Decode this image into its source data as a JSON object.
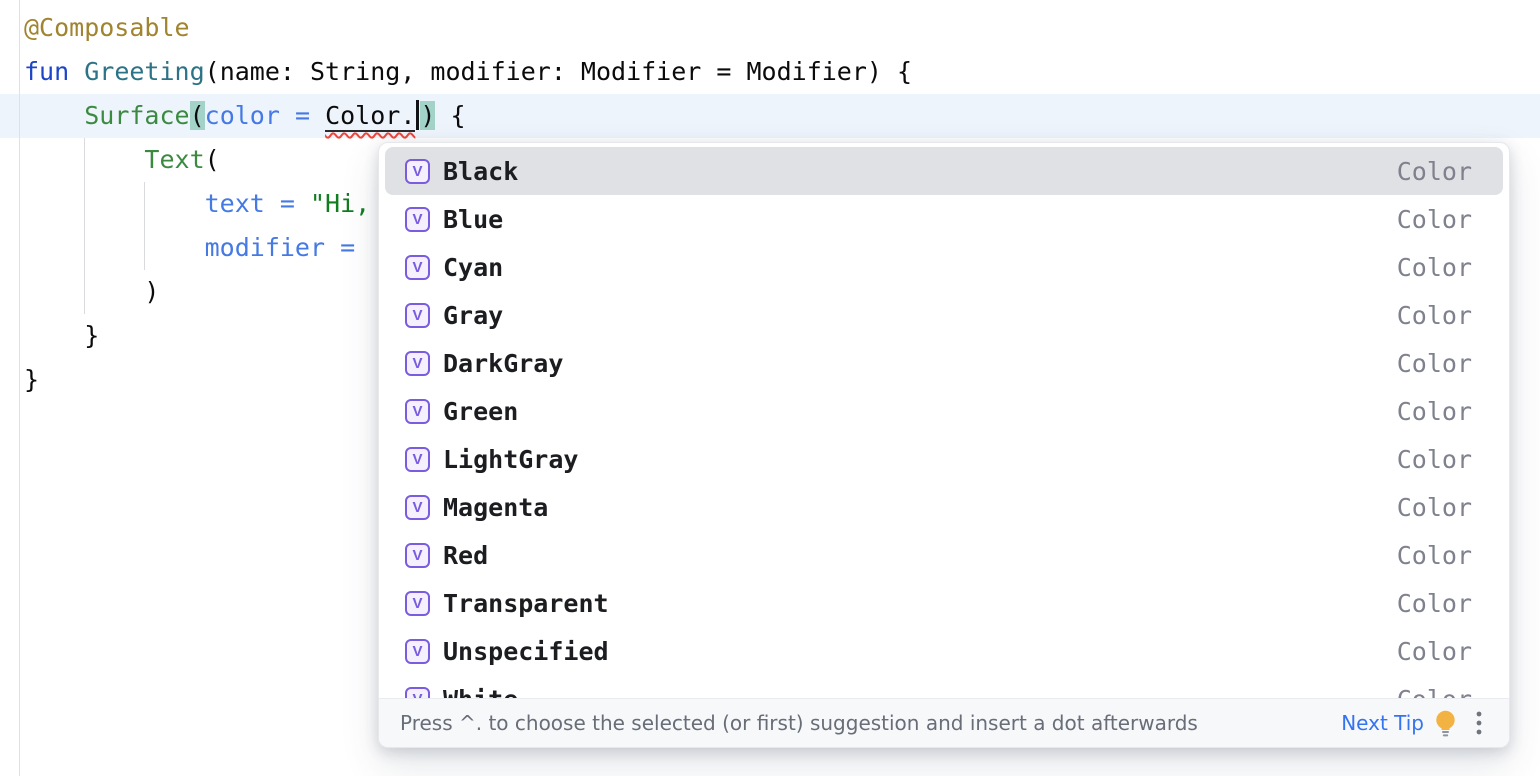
{
  "editor": {
    "caret_row_index": 2,
    "lines": [
      [
        {
          "t": "@Composable",
          "c": "annotation"
        }
      ],
      [
        {
          "t": "fun",
          "c": "keyword"
        },
        {
          "t": " "
        },
        {
          "t": "Greeting",
          "c": "fndecl"
        },
        {
          "t": "(name: String, modifier: Modifier = Modifier) {"
        }
      ],
      [
        {
          "t": "    "
        },
        {
          "t": "Surface",
          "c": "composable"
        },
        {
          "t": "(",
          "c": "brace"
        },
        {
          "t": "color = ",
          "c": "namedarg"
        },
        {
          "t": "Color.",
          "c": "errorref"
        },
        {
          "t": "",
          "c": "caret"
        },
        {
          "t": ")",
          "c": "brace"
        },
        {
          "t": " {"
        }
      ],
      [
        {
          "t": "        "
        },
        {
          "t": "Text",
          "c": "composable"
        },
        {
          "t": "("
        }
      ],
      [
        {
          "t": "            "
        },
        {
          "t": "text = ",
          "c": "namedarg"
        },
        {
          "t": "\"Hi,",
          "c": "string"
        }
      ],
      [
        {
          "t": "            "
        },
        {
          "t": "modifier = ",
          "c": "namedarg"
        }
      ],
      [
        {
          "t": "        )"
        }
      ],
      [
        {
          "t": "    }"
        }
      ],
      [
        {
          "t": "}"
        }
      ]
    ]
  },
  "popup": {
    "icon_glyph": "V",
    "items": [
      {
        "label": "Black",
        "type": "Color",
        "selected": true
      },
      {
        "label": "Blue",
        "type": "Color",
        "selected": false
      },
      {
        "label": "Cyan",
        "type": "Color",
        "selected": false
      },
      {
        "label": "Gray",
        "type": "Color",
        "selected": false
      },
      {
        "label": "DarkGray",
        "type": "Color",
        "selected": false
      },
      {
        "label": "Green",
        "type": "Color",
        "selected": false
      },
      {
        "label": "LightGray",
        "type": "Color",
        "selected": false
      },
      {
        "label": "Magenta",
        "type": "Color",
        "selected": false
      },
      {
        "label": "Red",
        "type": "Color",
        "selected": false
      },
      {
        "label": "Transparent",
        "type": "Color",
        "selected": false
      },
      {
        "label": "Unspecified",
        "type": "Color",
        "selected": false
      },
      {
        "label": "White",
        "type": "Color",
        "selected": false
      }
    ],
    "hint": {
      "text": "Press ^. to choose the selected (or first) suggestion and insert a dot afterwards",
      "next_tip_label": "Next Tip"
    }
  },
  "colors": {
    "selected_row_bg": "#dfe1e5",
    "icon_purple": "#7b5bdf",
    "next_tip_blue": "#3574f0",
    "error_squiggle_red": "#ef4539",
    "brace_match_teal": "#a3d2c9",
    "caret_row_bg": "#eef4fc",
    "annotation": "#a0842f",
    "keyword_blue": "#1c45c9",
    "function_decl_teal": "#2d7387",
    "composable_green": "#3c8a42",
    "named_arg_blue": "#4579e3",
    "string_green": "#107d20",
    "type_text_gray": "#7f828e",
    "hint_text_gray": "#686d78"
  }
}
